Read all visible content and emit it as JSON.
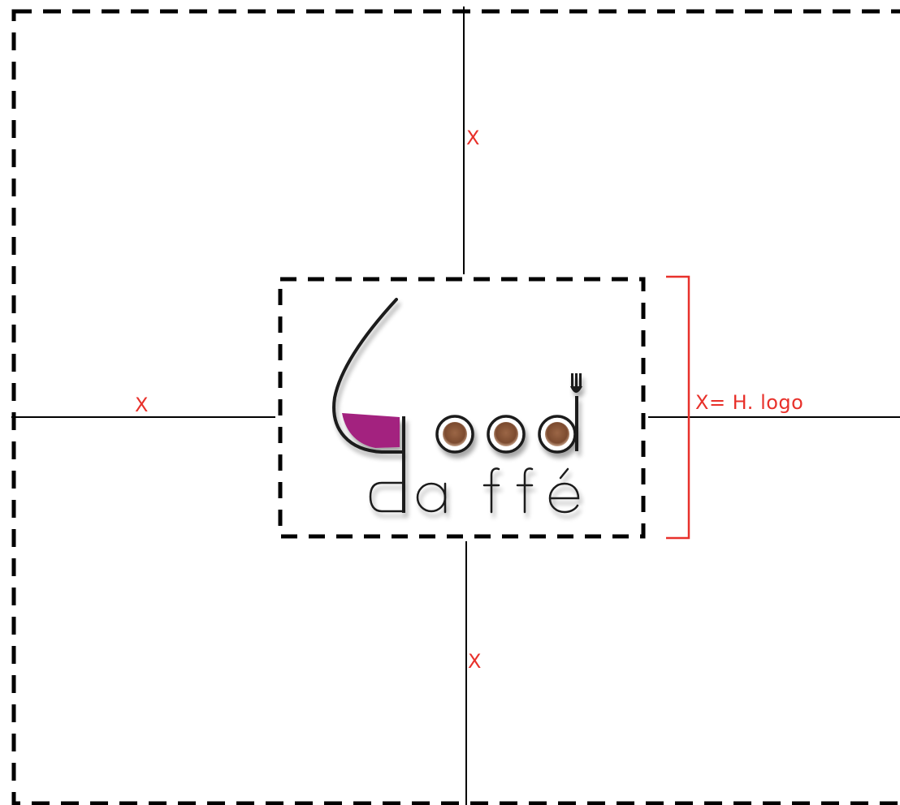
{
  "labels": {
    "top": "X",
    "left": "X",
    "bottom": "X",
    "logo_height": "X= H. logo"
  },
  "logo": {
    "word_top": "ood",
    "word_bottom": "affé",
    "icons": [
      "wine-glass-icon",
      "coffee-cup-icon",
      "fork-icon"
    ]
  },
  "colors": {
    "dimension": "#e8312b",
    "frame": "#000000",
    "wine": "#a3247f",
    "coffee": "#8b5a3c",
    "text": "#1a1a1a"
  }
}
